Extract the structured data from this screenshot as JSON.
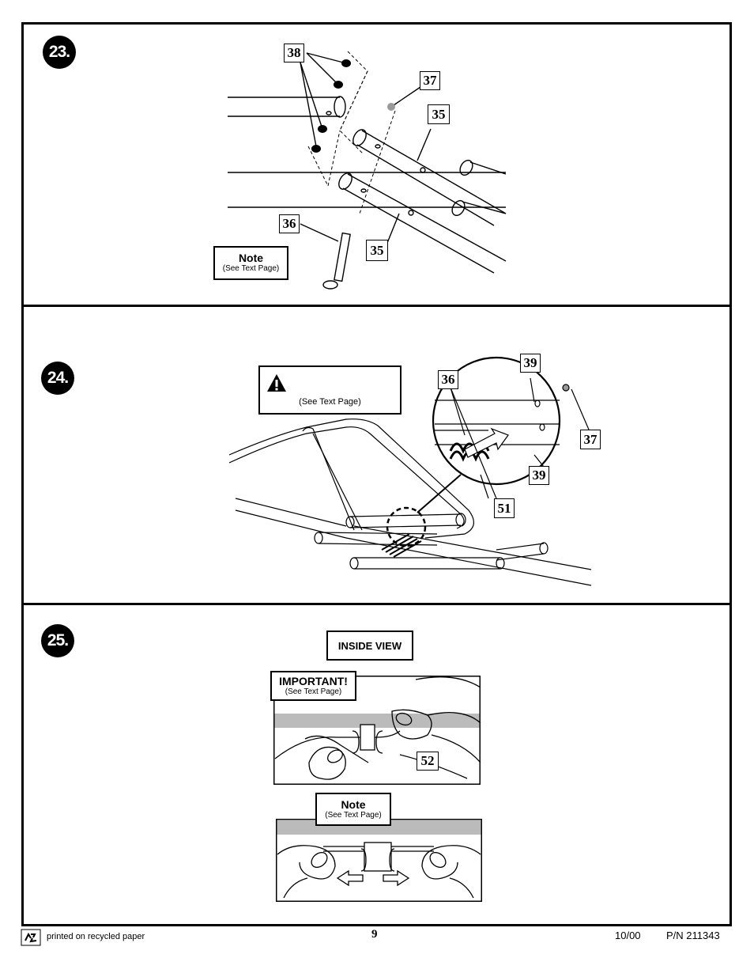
{
  "steps": {
    "s23": {
      "number": "23.",
      "callouts": [
        "38",
        "37",
        "35",
        "36",
        "35"
      ],
      "note_title": "Note",
      "note_sub": "(See Text Page)"
    },
    "s24": {
      "number": "24.",
      "warning_sub": "(See Text Page)",
      "callouts": [
        "39",
        "36",
        "37",
        "39",
        "51"
      ]
    },
    "s25": {
      "number": "25.",
      "inside_view": "INSIDE VIEW",
      "important_title": "IMPORTANT!",
      "important_sub": "(See Text Page)",
      "callout": "52",
      "note_title": "Note",
      "note_sub": "(See Text Page)"
    }
  },
  "footer": {
    "recycled": "printed on recycled paper",
    "page_number": "9",
    "date": "10/00",
    "part_number": "P/N 211343"
  },
  "icons": {
    "recycle": "recycle-icon",
    "warning": "warning-triangle-icon",
    "arrows": "left-right-arrows-icon"
  }
}
